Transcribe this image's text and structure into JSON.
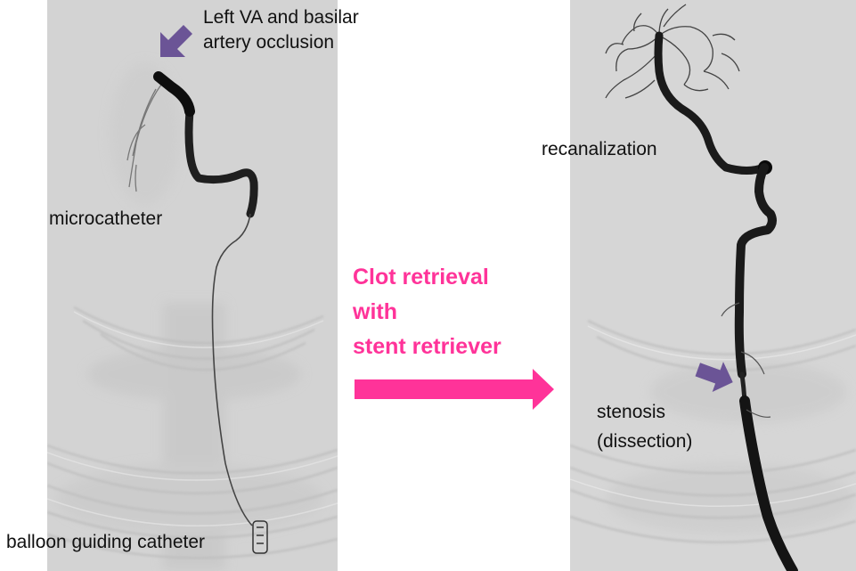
{
  "colors": {
    "annotation_arrow": "#6b5496",
    "highlight": "#ff3399",
    "angio_background": "#d2d2d2",
    "vessel": "#1a1a1a"
  },
  "left_panel": {
    "labels": {
      "occlusion_line1": "Left VA and basilar",
      "occlusion_line2": "artery occlusion",
      "microcatheter": "microcatheter",
      "balloon_catheter": "balloon guiding catheter"
    },
    "arrow_icon": "arrow-pointing-down-left"
  },
  "center": {
    "lines": [
      "Clot retrieval",
      "with",
      "stent retriever"
    ],
    "arrow_icon": "arrow-right"
  },
  "right_panel": {
    "labels": {
      "recanalization": "recanalization",
      "stenosis_line1": "stenosis",
      "stenosis_line2": "(dissection)"
    },
    "arrow_icon": "arrow-pointing-down-left"
  }
}
